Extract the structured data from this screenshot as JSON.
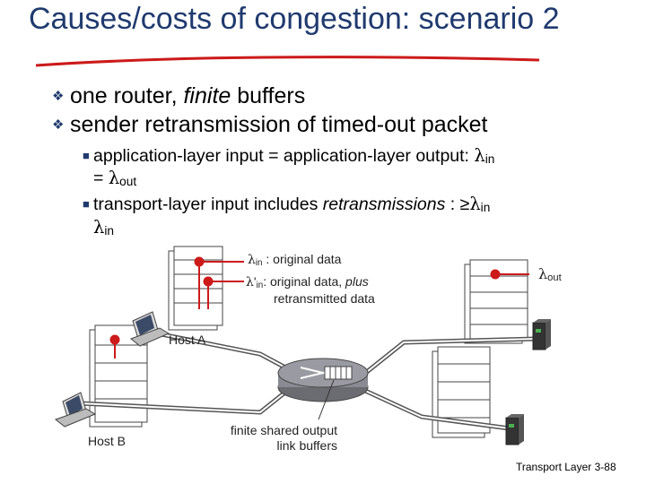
{
  "title": "Causes/costs of congestion: scenario 2",
  "bullets": [
    {
      "pre": "one router, ",
      "em": "finite",
      "post": " buffers"
    },
    {
      "text": "sender retransmission of timed-out packet"
    }
  ],
  "subbullets": {
    "s1_line1": "application-layer input = application-layer output: ",
    "s1_line1_sub": "in",
    "s1_line2": "= ",
    "s1_line2_sub": "out",
    "s2_line1_pre": "transport-layer input includes ",
    "s2_line1_em": "retransmissions",
    "s2_line1_post": " : ",
    "s2_line1_sub": "in",
    "s2_line2_sub": "in",
    "lambda": "λ",
    "prime": "'",
    "geq": "≥"
  },
  "diagram": {
    "lambda": "λ",
    "lin_sub": "in",
    "lin_text": " : original data",
    "lpin_prime": "'",
    "lpin_sub": "in",
    "lpin_text": ": original data, ",
    "lpin_em": "plus",
    "lpin_line2": "retransmitted data",
    "lout_sub": "out",
    "host_a": "Host A",
    "host_b": "Host B",
    "buffers_line1": "finite shared output",
    "buffers_line2": "link buffers"
  },
  "footer": {
    "text": "Transport Layer",
    "page": "3-88"
  },
  "colors": {
    "title": "#1f3a6e",
    "red": "#cc1a1a",
    "router": "#7d7d85"
  }
}
